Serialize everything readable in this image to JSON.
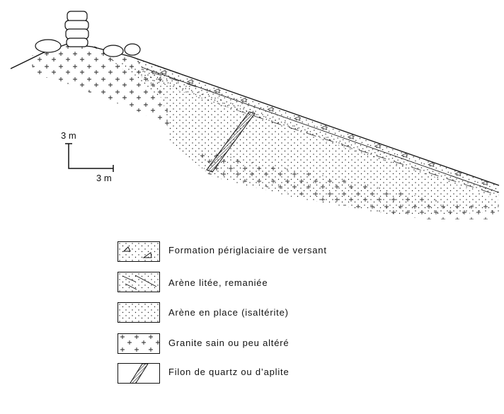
{
  "scale": {
    "vertical_label": "3 m",
    "horizontal_label": "3 m"
  },
  "legend": [
    {
      "pattern": "periglacial",
      "label": "Formation périglaciaire de versant"
    },
    {
      "pattern": "bedded-arena",
      "label": "Arène litée, remaniée"
    },
    {
      "pattern": "arena-in-place",
      "label": "Arène en place (isaltérite)"
    },
    {
      "pattern": "granite",
      "label": "Granite sain ou peu altéré"
    },
    {
      "pattern": "dyke",
      "label": "Filon de quartz ou d’aplite"
    }
  ]
}
